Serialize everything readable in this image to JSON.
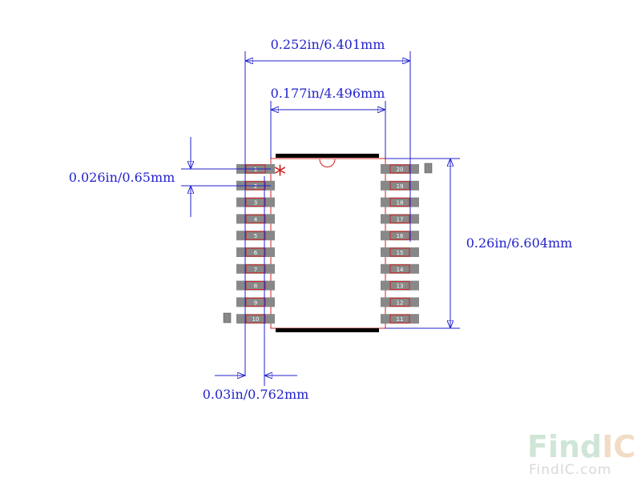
{
  "dimensions": {
    "overall_width": "0.252in/6.401mm",
    "body_width": "0.177in/4.496mm",
    "pin_pitch": "0.026in/0.65mm",
    "body_length": "0.26in/6.604mm",
    "pad_width": "0.03in/0.762mm"
  },
  "pins": {
    "left": [
      "1",
      "2",
      "3",
      "4",
      "5",
      "6",
      "7",
      "8",
      "9",
      "10"
    ],
    "right": [
      "20",
      "19",
      "18",
      "17",
      "16",
      "15",
      "14",
      "13",
      "12",
      "11"
    ]
  },
  "pin1_marker": "*",
  "watermark": {
    "logo_find": "Find",
    "logo_ic": "IC",
    "url": "FindIC.com"
  },
  "colors": {
    "dimension": "#2222cc",
    "outline": "#cc2222",
    "pad": "#888888",
    "bar": "#000000",
    "watermark_find": "#cfe6d6",
    "watermark_ic": "#f1dcc5"
  }
}
